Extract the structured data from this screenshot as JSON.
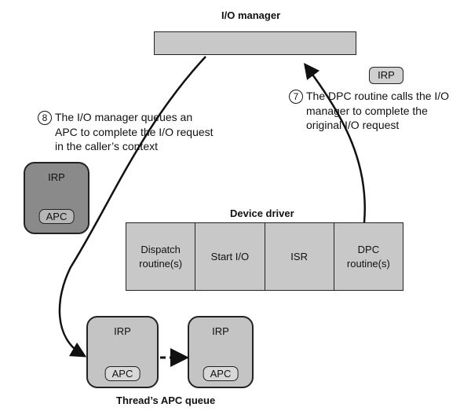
{
  "io_manager": {
    "label": "I/O manager"
  },
  "step7": {
    "number": "7",
    "text_lines": [
      "The DPC routine calls the I/O",
      "manager to complete the",
      "original I/O request"
    ]
  },
  "step8": {
    "number": "8",
    "text_lines": [
      "The I/O manager queues an",
      "APC to complete the I/O request",
      "in the caller’s context"
    ]
  },
  "small_irp": {
    "label": "IRP"
  },
  "left_irp": {
    "label": "IRP",
    "apc": "APC"
  },
  "device_driver": {
    "label": "Device driver",
    "cells": [
      {
        "label": "Dispatch\nroutine(s)"
      },
      {
        "label": "Start I/O"
      },
      {
        "label": "ISR"
      },
      {
        "label": "DPC\nroutine(s)"
      }
    ]
  },
  "apc_queue": {
    "label": "Thread’s APC queue",
    "items": [
      {
        "label": "IRP",
        "apc": "APC"
      },
      {
        "label": "IRP",
        "apc": "APC"
      }
    ]
  },
  "colors": {
    "box_fill": "#c8c8c8",
    "dark_irp_fill": "#8a8a8a",
    "stroke": "#222222"
  }
}
